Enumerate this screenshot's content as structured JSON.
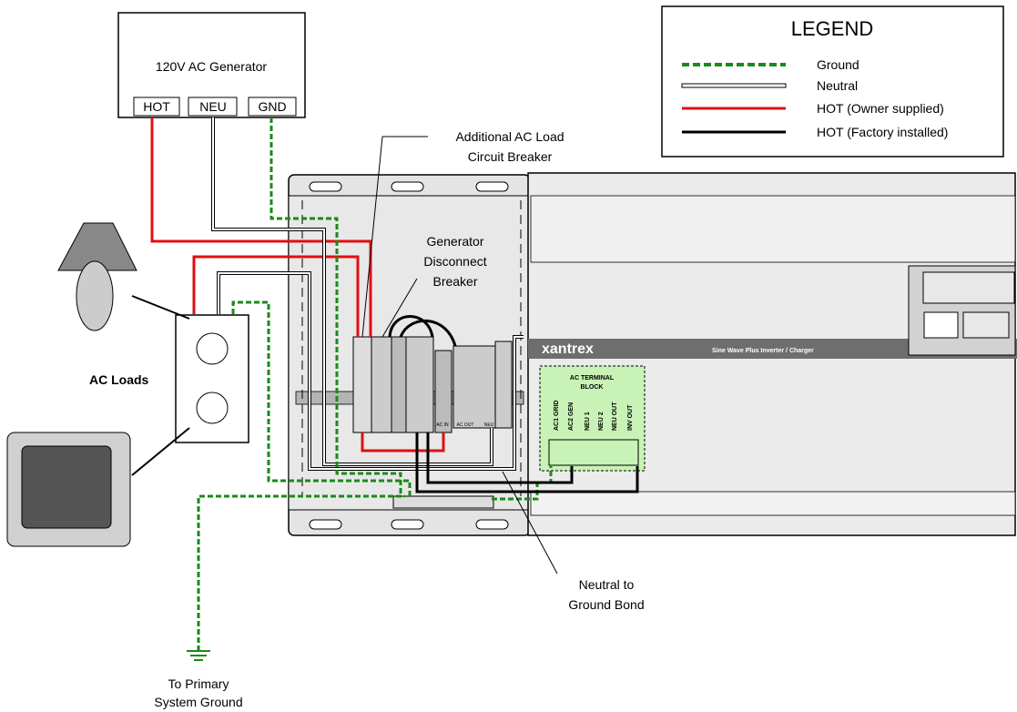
{
  "generator": {
    "title": "120V AC Generator",
    "terminals": [
      "HOT",
      "NEU",
      "GND"
    ]
  },
  "legend": {
    "title": "LEGEND",
    "items": [
      {
        "label": "Ground",
        "color": "#1a8a1a",
        "style": "dashed"
      },
      {
        "label": "Neutral",
        "color": "#ffffff",
        "style": "double"
      },
      {
        "label": "HOT (Owner supplied)",
        "color": "#e01010",
        "style": "solid"
      },
      {
        "label": "HOT (Factory installed)",
        "color": "#000000",
        "style": "solid"
      }
    ]
  },
  "callouts": {
    "additional_breaker": [
      "Additional AC Load",
      "Circuit Breaker"
    ],
    "generator_disconnect": [
      "Generator",
      "Disconnect",
      "Breaker"
    ],
    "neutral_bond": [
      "Neutral to",
      "Ground Bond"
    ],
    "primary_ground": [
      "To Primary",
      "System Ground"
    ],
    "ac_loads": "AC Loads"
  },
  "inverter": {
    "brand": "xantrex",
    "model": "Sine Wave Plus Inverter / Charger"
  },
  "terminal_block": {
    "title": [
      "AC TERMINAL",
      "BLOCK"
    ],
    "terminals": [
      "AC1 GRID",
      "AC2 GEN",
      "NEU 1",
      "NEU 2",
      "NEU OUT",
      "INV OUT"
    ]
  },
  "panel_labels": {
    "ac_in": "AC IN",
    "ac_out": "AC OUT",
    "neu": "NEU"
  },
  "colors": {
    "ground": "#1a8a1a",
    "hot_owner": "#e01010",
    "hot_factory": "#000000",
    "panel_fill": "#e4e4e4",
    "inverter_band": "#6e6e6e",
    "terminal_block_fill": "#c9f2b6"
  }
}
